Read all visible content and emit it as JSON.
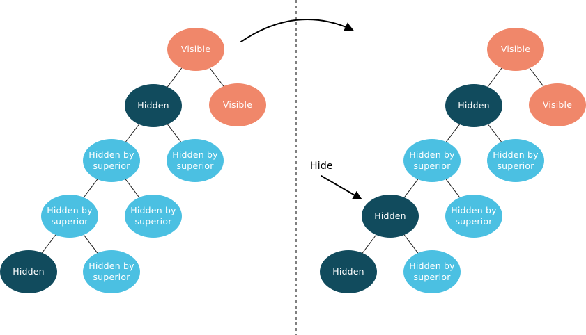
{
  "annotation": {
    "hide_label": "Hide"
  },
  "colors": {
    "visible_node": "#F0876A",
    "hidden_node": "#114B5D",
    "hidden_by_superior_node": "#4BC0E2",
    "edge": "#1a1a1a",
    "arrow": "#000000"
  },
  "before_tree": {
    "nodes": [
      {
        "label": "Visible",
        "state": "visible"
      },
      {
        "label": "Hidden",
        "state": "hidden"
      },
      {
        "label": "Visible",
        "state": "visible"
      },
      {
        "label": "Hidden by superior",
        "state": "hidden-by-superior"
      },
      {
        "label": "Hidden by superior",
        "state": "hidden-by-superior"
      },
      {
        "label": "Hidden by superior",
        "state": "hidden-by-superior"
      },
      {
        "label": "Hidden by superior",
        "state": "hidden-by-superior"
      },
      {
        "label": "Hidden",
        "state": "hidden"
      },
      {
        "label": "Hidden by superior",
        "state": "hidden-by-superior"
      }
    ],
    "edges": [
      [
        0,
        1
      ],
      [
        0,
        2
      ],
      [
        1,
        3
      ],
      [
        1,
        4
      ],
      [
        3,
        5
      ],
      [
        3,
        6
      ],
      [
        5,
        7
      ],
      [
        5,
        8
      ]
    ]
  },
  "after_tree": {
    "nodes": [
      {
        "label": "Visible",
        "state": "visible"
      },
      {
        "label": "Hidden",
        "state": "hidden"
      },
      {
        "label": "Visible",
        "state": "visible"
      },
      {
        "label": "Hidden by superior",
        "state": "hidden-by-superior"
      },
      {
        "label": "Hidden by superior",
        "state": "hidden-by-superior"
      },
      {
        "label": "Hidden",
        "state": "hidden"
      },
      {
        "label": "Hidden by superior",
        "state": "hidden-by-superior"
      },
      {
        "label": "Hidden",
        "state": "hidden"
      },
      {
        "label": "Hidden by superior",
        "state": "hidden-by-superior"
      }
    ],
    "edges": [
      [
        0,
        1
      ],
      [
        0,
        2
      ],
      [
        1,
        3
      ],
      [
        1,
        4
      ],
      [
        3,
        5
      ],
      [
        3,
        6
      ],
      [
        5,
        7
      ],
      [
        5,
        8
      ]
    ]
  }
}
